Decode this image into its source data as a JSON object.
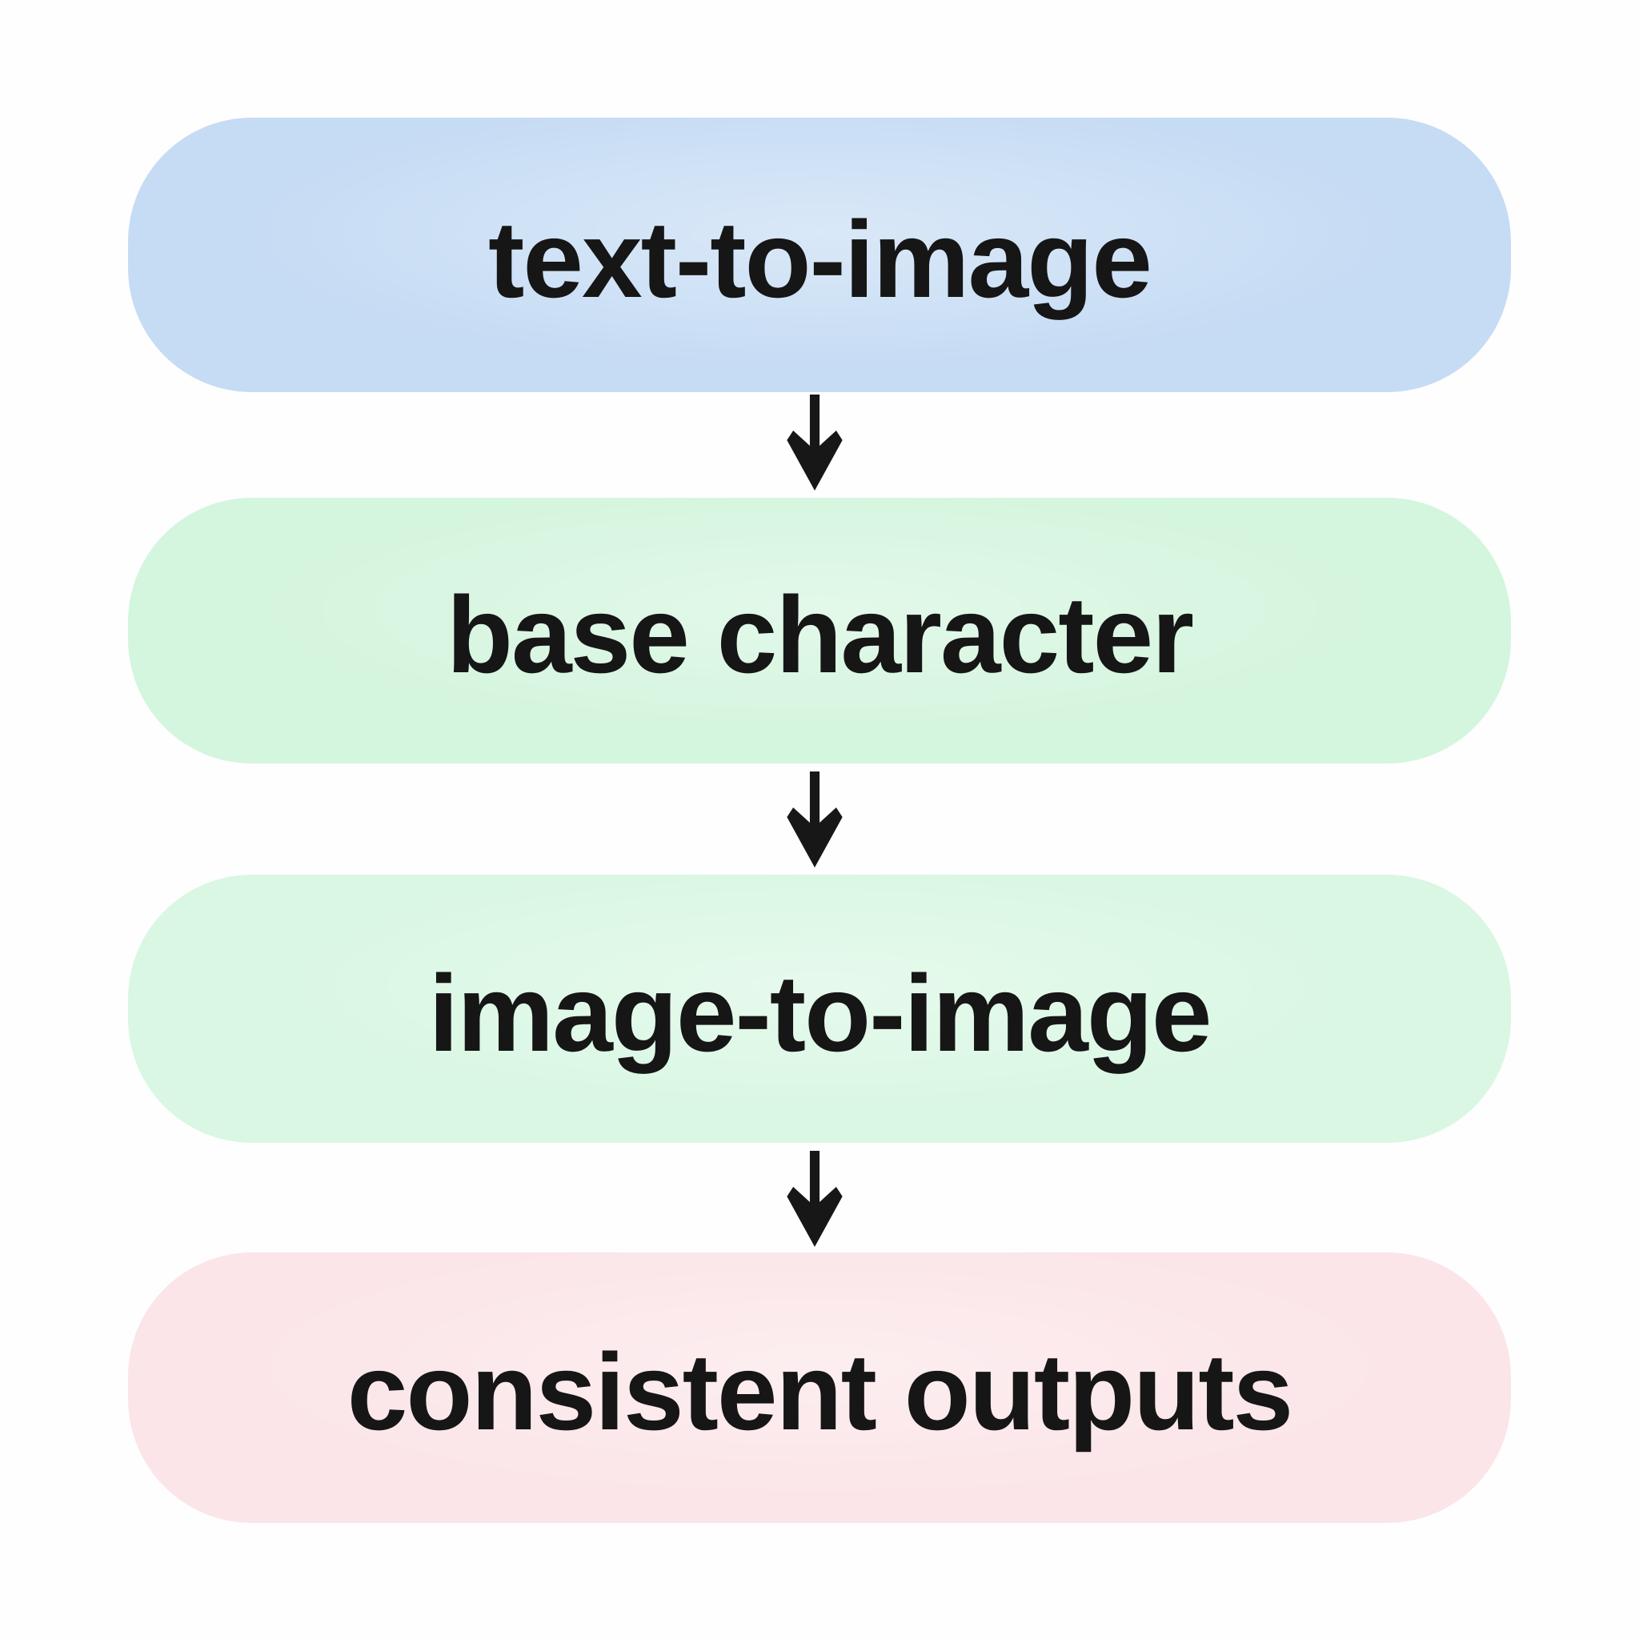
{
  "diagram": {
    "background": "#fefefe",
    "text_color": "#161616",
    "arrow_color": "#171717",
    "flow_direction": "top-to-bottom",
    "nodes": [
      {
        "label": "text-to-image",
        "fill": "#c6dcf4"
      },
      {
        "label": "base character",
        "fill": "#d4f5de"
      },
      {
        "label": "image-to-image",
        "fill": "#d9f7e3"
      },
      {
        "label": "consistent outputs",
        "fill": "#fbe5e8"
      }
    ],
    "connections": [
      {
        "from": "text-to-image",
        "to": "base character"
      },
      {
        "from": "base character",
        "to": "image-to-image"
      },
      {
        "from": "image-to-image",
        "to": "consistent outputs"
      }
    ]
  }
}
